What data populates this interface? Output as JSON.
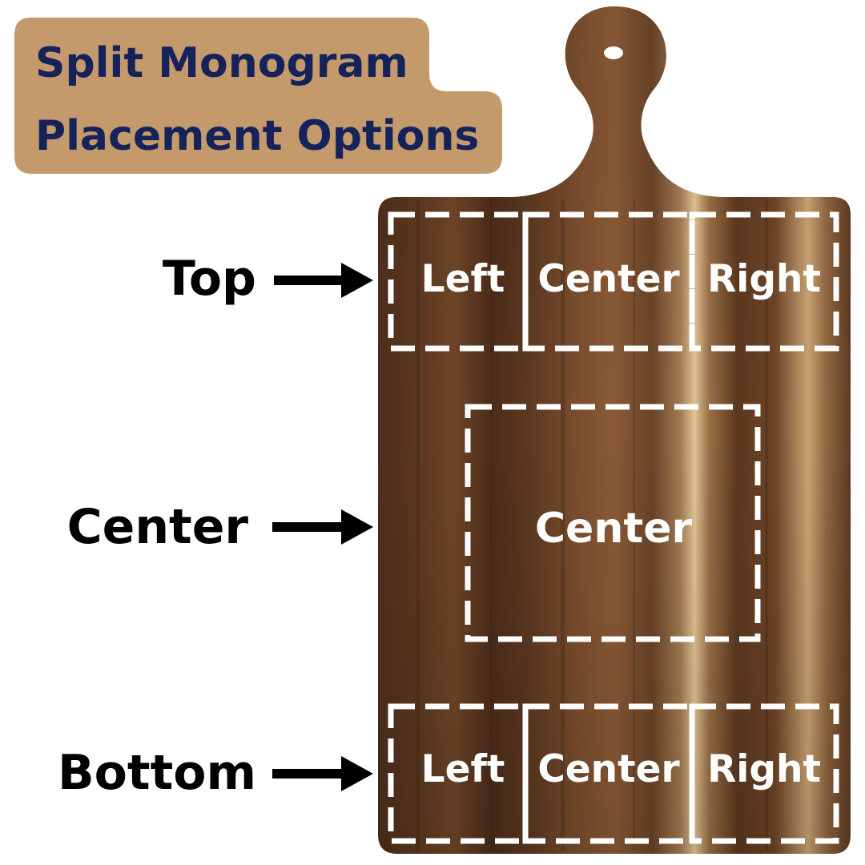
{
  "title": {
    "line1": "Split Monogram",
    "line2": "Placement Options"
  },
  "rows": {
    "top": "Top",
    "center": "Center",
    "bottom": "Bottom"
  },
  "zones": {
    "top_left": "Left",
    "top_center": "Center",
    "top_right": "Right",
    "middle_center": "Center",
    "bottom_left": "Left",
    "bottom_center": "Center",
    "bottom_right": "Right"
  },
  "icons": {
    "arrow": "right-arrow-icon",
    "hanging_hole": "hanging-hole-icon"
  },
  "colors": {
    "title_badge": "#c49a6c",
    "title_text": "#16225a",
    "wood_dark": "#4a2c1a",
    "wood_mid": "#6b4226",
    "wood_light": "#d9b98a",
    "zone_outline": "#ffffff",
    "label_text": "#000000"
  }
}
